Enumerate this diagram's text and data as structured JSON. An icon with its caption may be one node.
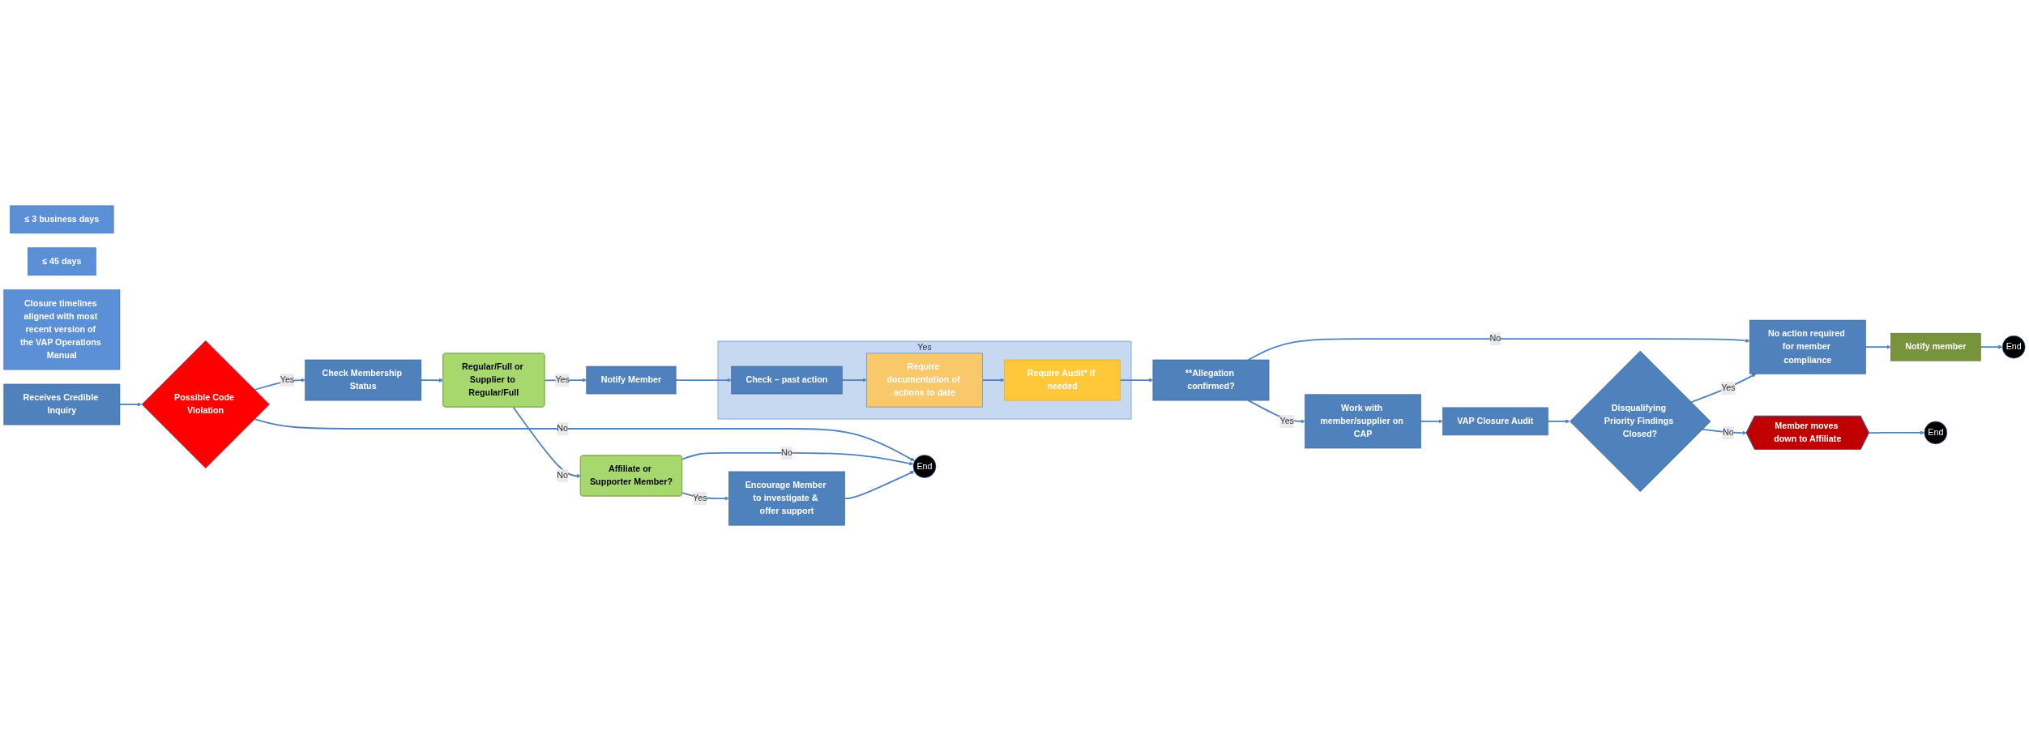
{
  "diagram": {
    "nodes": [
      {
        "text": [
          "≤ 3 business days"
        ]
      },
      {
        "text": [
          "≤ 45 days"
        ]
      },
      {
        "text": [
          "Closure timelines aligned with most recent version of the VAP Operations Manual"
        ]
      },
      {
        "text": [
          "Receives Credible Inquiry"
        ]
      },
      {
        "text": [
          "Possible Code Violation"
        ]
      },
      {
        "text": [
          "End"
        ]
      },
      {
        "text": [
          "Check Membership Status"
        ]
      },
      {
        "text": [
          "Regular/Full or Supplier to Regular/Full"
        ]
      },
      {
        "text": [
          "Affiliate or Supporter Member?"
        ]
      },
      {
        "text": [
          "Encourage Member to investigate & offer support"
        ]
      },
      {
        "text": [
          "Notify Member"
        ]
      },
      {
        "text": [
          "Yes"
        ]
      },
      {
        "text": [
          "Check – past action"
        ],
        "in": 11
      },
      {
        "text": [
          "Require documentation of actions to date"
        ],
        "in": 11
      },
      {
        "text": [
          "Require Audit* if needed"
        ],
        "in": 11
      },
      {
        "text": [
          "**Allegation confirmed?"
        ]
      },
      {
        "text": [
          "Work with member/supplier on CAP"
        ]
      },
      {
        "text": [
          "No action required for member compliance"
        ]
      },
      {
        "text": [
          "Notify member"
        ]
      },
      {
        "text": [
          "End"
        ]
      },
      {
        "text": [
          "VAP Closure Audit"
        ]
      },
      {
        "text": [
          "Disqualifying Priority Findings Closed?"
        ]
      },
      {
        "text": [
          "Member moves down to Affiliate"
        ]
      },
      {
        "text": [
          "End"
        ]
      }
    ],
    "edges": [
      {
        "from": 3,
        "to": 4,
        "arrow": "to"
      },
      {
        "from": 4,
        "to": 6,
        "arrow": "to",
        "label": "Yes"
      },
      {
        "from": 4,
        "to": 5,
        "arrow": "to",
        "label": "No"
      },
      {
        "from": 6,
        "to": 7,
        "arrow": "to"
      },
      {
        "from": 7,
        "to": 8,
        "arrow": "to",
        "label": "No"
      },
      {
        "from": 7,
        "to": 10,
        "arrow": "to",
        "label": "Yes"
      },
      {
        "from": 8,
        "to": 5,
        "arrow": "to",
        "label": "No"
      },
      {
        "from": 8,
        "to": 9,
        "arrow": "to",
        "label": "Yes"
      },
      {
        "from": 9,
        "to": 5,
        "arrow": "to"
      },
      {
        "from": 10,
        "to": 12,
        "arrow": "to"
      },
      {
        "from": 12,
        "to": 13,
        "arrow": "to"
      },
      {
        "from": 13,
        "to": 14,
        "arrow": "to"
      },
      {
        "from": 14,
        "to": 15,
        "arrow": "to"
      },
      {
        "from": 15,
        "to": 16,
        "arrow": "to",
        "label": "Yes"
      },
      {
        "from": 15,
        "to": 17,
        "arrow": "to",
        "label": "No"
      },
      {
        "from": 17,
        "to": 18,
        "arrow": "to"
      },
      {
        "from": 18,
        "to": 19,
        "arrow": "to"
      },
      {
        "from": 16,
        "to": 20,
        "arrow": "to"
      },
      {
        "from": 20,
        "to": 21,
        "arrow": "to"
      },
      {
        "from": 21,
        "to": 22,
        "arrow": "to",
        "label": "No"
      },
      {
        "from": 21,
        "to": 17,
        "arrow": "to",
        "label": "Yes"
      },
      {
        "from": 22,
        "to": 23,
        "arrow": "to"
      }
    ]
  }
}
